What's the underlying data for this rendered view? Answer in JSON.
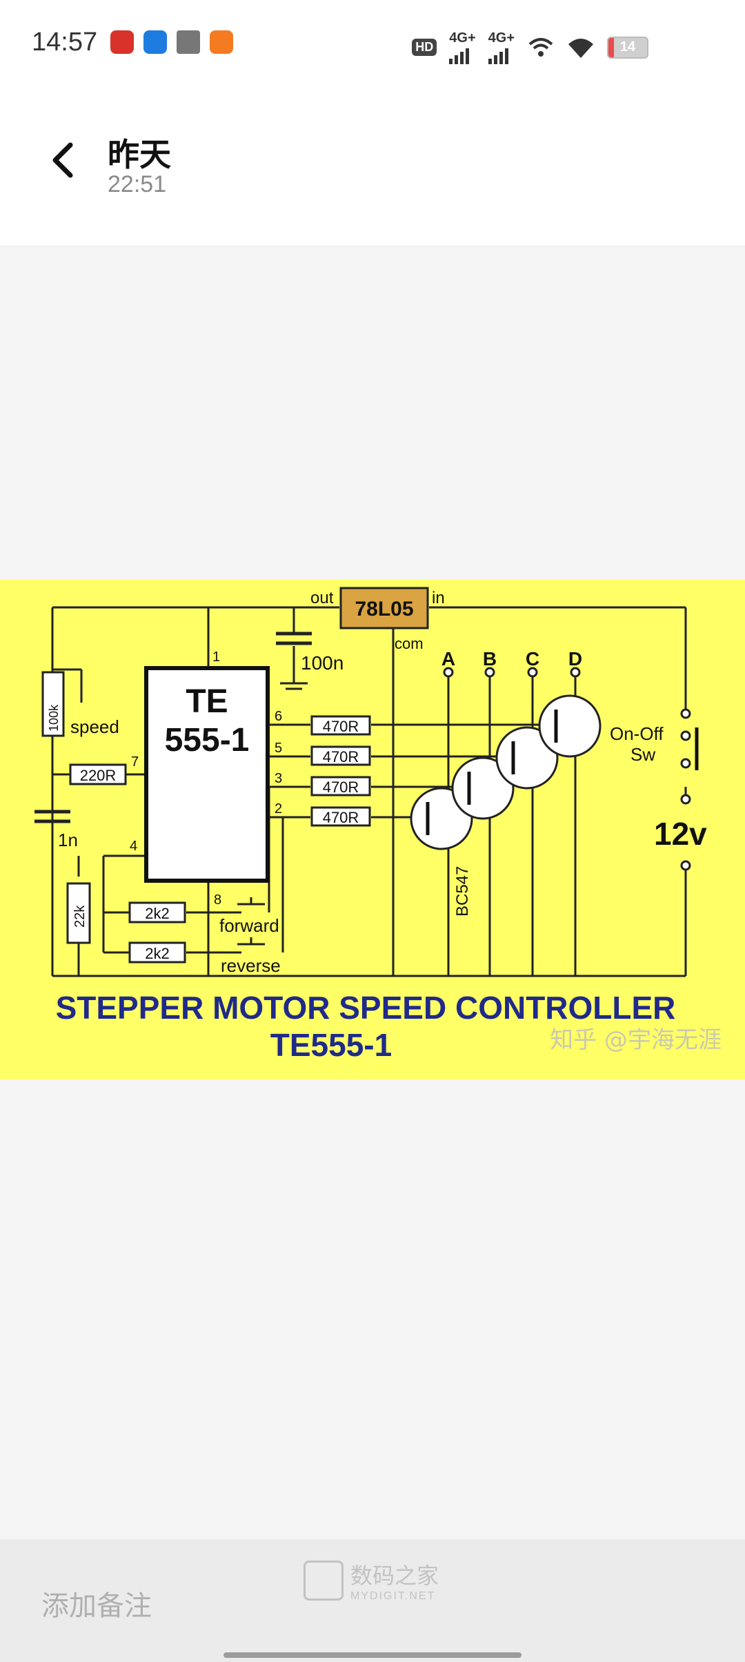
{
  "status": {
    "time": "14:57",
    "hd_label": "HD",
    "net1": "4G+",
    "net2": "4G+",
    "battery": "14"
  },
  "header": {
    "title": "昨天",
    "subtitle": "22:51"
  },
  "image": {
    "caption1": "STEPPER MOTOR SPEED CONTROLLER",
    "caption2": "TE555-1",
    "watermark": "知乎 @宇海无涯",
    "chip_line1": "TE",
    "chip_line2": "555-1",
    "regulator": "78L05",
    "out": "out",
    "in": "in",
    "com": "com",
    "cap_100n": "100n",
    "pot_100k": "100k",
    "speed": "speed",
    "r_220": "220R",
    "cap_1n": "1n",
    "r_22k": "22k",
    "r_2k2_a": "2k2",
    "r_2k2_b": "2k2",
    "forward": "forward",
    "reverse": "reverse",
    "r_470_1": "470R",
    "r_470_2": "470R",
    "r_470_3": "470R",
    "r_470_4": "470R",
    "pin1": "1",
    "pin6": "6",
    "pin5": "5",
    "pin3": "3",
    "pin2": "2",
    "pin7": "7",
    "pin4": "4",
    "pin8": "8",
    "out_a": "A",
    "out_b": "B",
    "out_c": "C",
    "out_d": "D",
    "bc547": "BC547",
    "switch1": "On-Off",
    "switch2": "Sw",
    "voltage": "12v"
  },
  "footer": {
    "note": "添加备注",
    "wm_main": "数码之家",
    "wm_sub": "MYDIGIT.NET"
  },
  "colors": {
    "schematic_bg": "#ffff66",
    "regulator": "#d9a441",
    "caption_text": "#1f2a8a"
  }
}
